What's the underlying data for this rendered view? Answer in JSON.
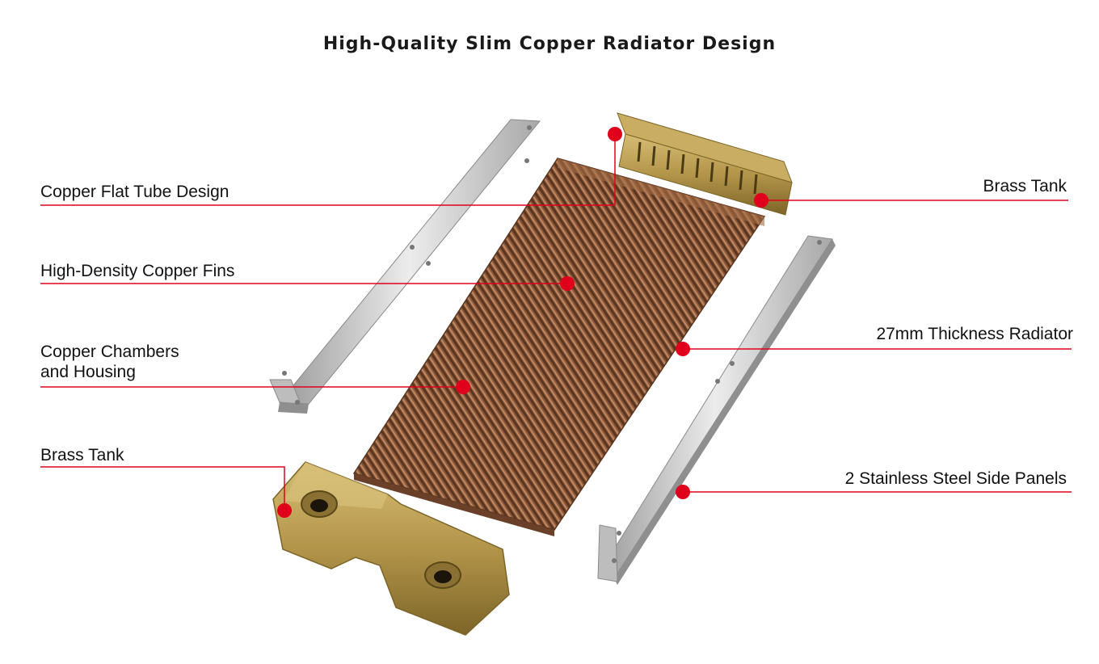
{
  "title": "High-Quality Slim Copper Radiator Design",
  "labels": {
    "copper_flat_tube": "Copper Flat Tube Design",
    "copper_fins": "High-Density Copper Fins",
    "copper_chambers_line1": "Copper Chambers",
    "copper_chambers_line2": "and Housing",
    "brass_tank_left": "Brass Tank",
    "brass_tank_right": "Brass Tank",
    "thickness": "27mm Thickness Radiator",
    "side_panels": "2 Stainless Steel Side Panels"
  },
  "colors": {
    "callout": "#e0001b",
    "copper": "#8a5a3a",
    "brass": "#b89a4a",
    "steel": "#c8c8c8"
  }
}
